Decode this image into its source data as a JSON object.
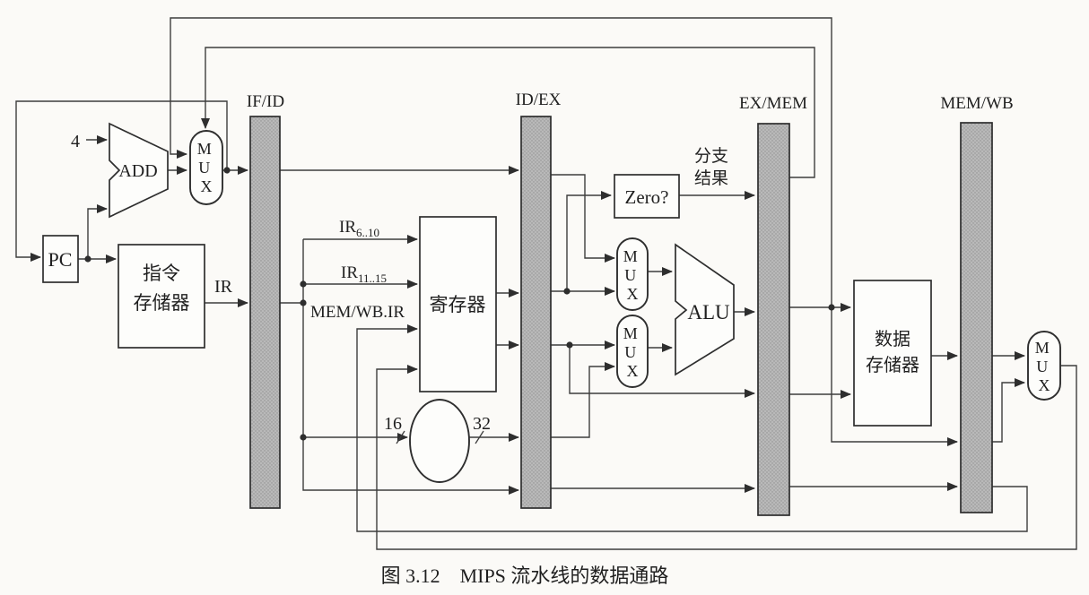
{
  "figure": {
    "caption": "图 3.12　MIPS 流水线的数据通路"
  },
  "pipeline_registers": [
    {
      "label": "IF/ID"
    },
    {
      "label": "ID/EX"
    },
    {
      "label": "EX/MEM"
    },
    {
      "label": "MEM/WB"
    }
  ],
  "components": {
    "pc_label": "PC",
    "adder_label": "ADD",
    "instruction_memory": {
      "line1": "指令",
      "line2": "存储器"
    },
    "register_file_label": "寄存器",
    "zero_test_label": "Zero?",
    "alu_label": "ALU",
    "data_memory": {
      "line1": "数据",
      "line2": "存储器"
    },
    "mux_letters": [
      "M",
      "U",
      "X"
    ]
  },
  "signals": {
    "pc_increment": "4",
    "instruction_register": "IR",
    "ir_6_10": {
      "base": "IR",
      "sub": "6..10"
    },
    "ir_11_15": {
      "base": "IR",
      "sub": "11..15"
    },
    "write_register_id": "MEM/WB.IR",
    "branch_result": {
      "line1": "分支",
      "line2": "结果"
    },
    "sign_extend_in_width": "16",
    "sign_extend_out_width": "32"
  },
  "colors": {
    "background": "#fbfaf7",
    "wire": "#3d3d3d",
    "pipeline_register_fill": "#b9b9b9",
    "text": "#1f1f1f"
  }
}
